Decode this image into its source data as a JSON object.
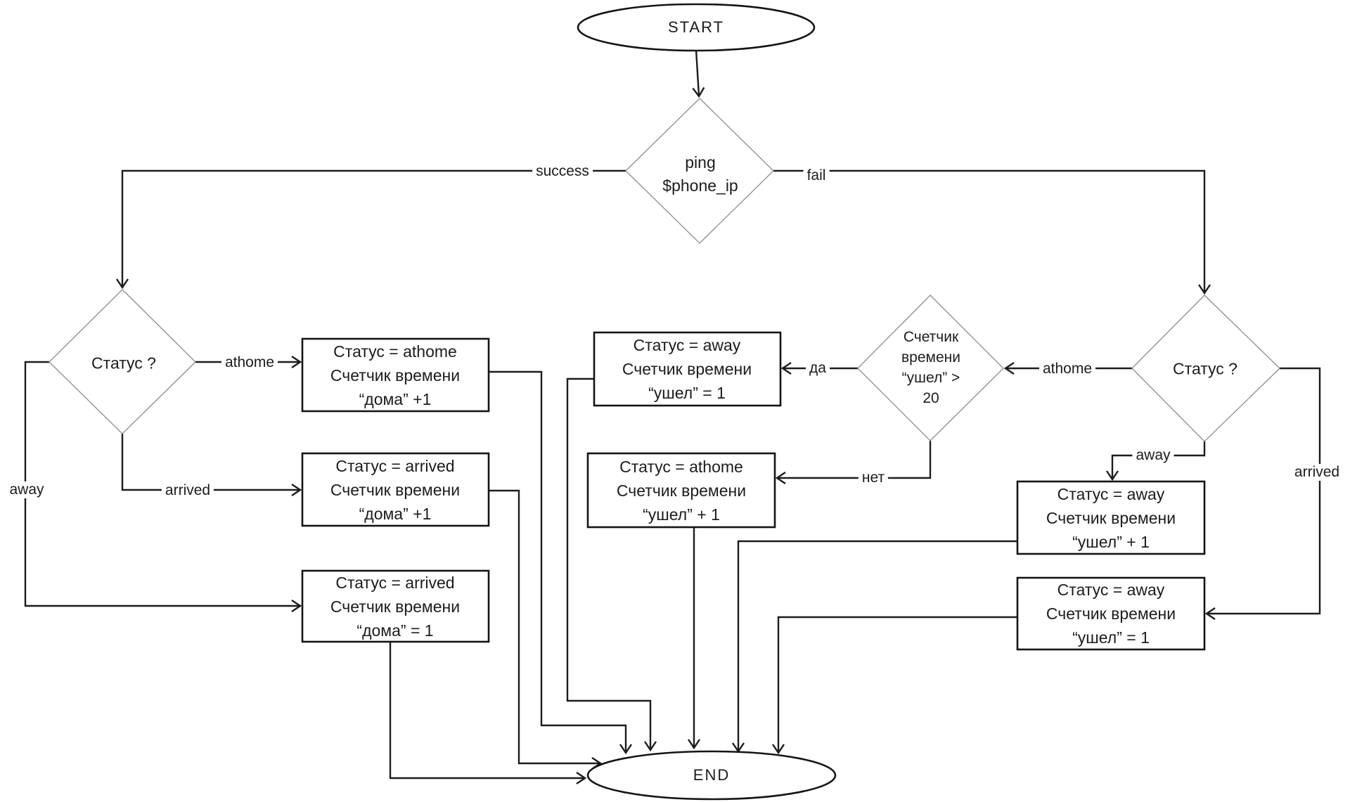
{
  "diagram": {
    "type": "flowchart",
    "nodes": {
      "start": {
        "shape": "ellipse",
        "text": "START"
      },
      "ping": {
        "shape": "diamond",
        "text": "ping\n$phone_ip"
      },
      "status_left": {
        "shape": "diamond",
        "text": "Статус  ?"
      },
      "status_right": {
        "shape": "diamond",
        "text": "Статус  ?"
      },
      "counter_check": {
        "shape": "diamond",
        "text": "Счетчик\nвремени\n“ушел” >\n20"
      },
      "box_l1": {
        "shape": "process",
        "text": "Статус = athome\nСчетчик времени\n“дома” +1"
      },
      "box_l2": {
        "shape": "process",
        "text": "Статус = arrived\nСчетчик времени\n“дома” +1"
      },
      "box_l3": {
        "shape": "process",
        "text": "Статус = arrived\nСчетчик времени\n“дома” = 1"
      },
      "box_m1": {
        "shape": "process",
        "text": "Статус = away\nСчетчик времени\n“ушел” = 1"
      },
      "box_m2": {
        "shape": "process",
        "text": "Статус = athome\nСчетчик времени\n“ушел” + 1"
      },
      "box_r1": {
        "shape": "process",
        "text": "Статус = away\nСчетчик времени\n“ушел” + 1"
      },
      "box_r2": {
        "shape": "process",
        "text": "Статус = away\nСчетчик времени\n“ушел” = 1"
      },
      "end": {
        "shape": "ellipse",
        "text": "END"
      }
    },
    "edge_labels": {
      "success": "success",
      "fail": "fail",
      "left_athome": "athome",
      "left_arrived": "arrived",
      "left_away": "away",
      "yes": "да",
      "no": "нет",
      "right_athome": "athome",
      "right_away": "away",
      "right_arrived": "arrived"
    },
    "colors": {
      "background": "#ffffff",
      "connector": "#1c1c1c",
      "box_stroke": "#141414",
      "diamond_stroke": "#8c8c8c",
      "text": "#1c1c1c"
    }
  }
}
